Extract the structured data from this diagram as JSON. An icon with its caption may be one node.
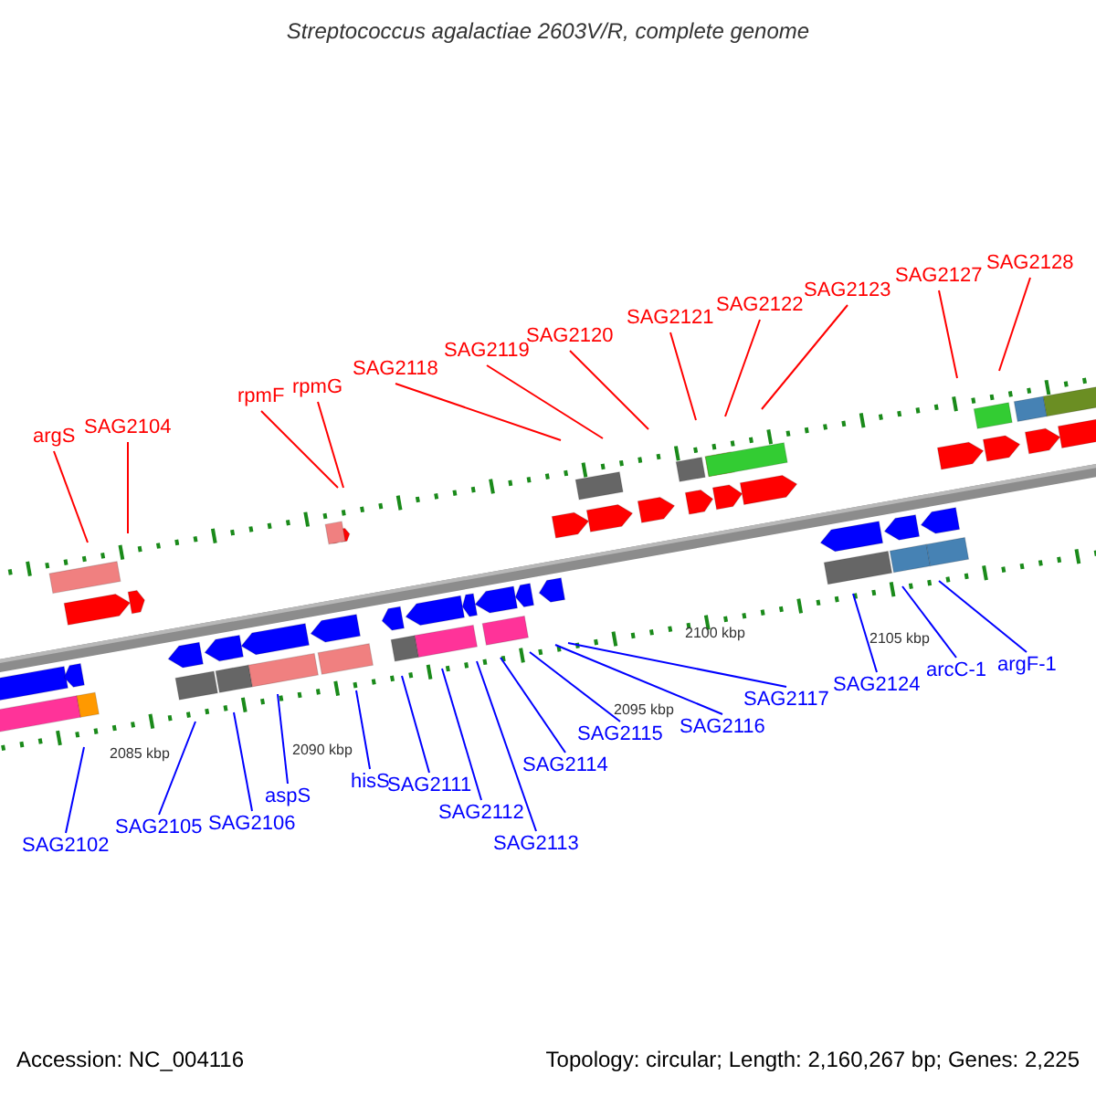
{
  "diagram": {
    "title": "Streptococcus agalactiae 2603V/R, complete genome",
    "nodes": [
      {
        "text": [
          "argS"
        ]
      },
      {
        "text": [
          "SAG2104"
        ]
      },
      {
        "text": [
          "rpmF"
        ]
      },
      {
        "text": [
          "rpmG"
        ]
      },
      {
        "text": [
          "SAG2118"
        ]
      },
      {
        "text": [
          "SAG2119"
        ]
      },
      {
        "text": [
          "SAG2120"
        ]
      },
      {
        "text": [
          "SAG2121"
        ]
      },
      {
        "text": [
          "SAG2122"
        ]
      },
      {
        "text": [
          "SAG2123"
        ]
      },
      {
        "text": [
          "SAG2127"
        ]
      },
      {
        "text": [
          "SAG2128"
        ]
      },
      {
        "text": [
          "SAG2102"
        ]
      },
      {
        "text": [
          "SAG2105"
        ]
      },
      {
        "text": [
          "SAG2106"
        ]
      },
      {
        "text": [
          "aspS"
        ]
      },
      {
        "text": [
          "hisS"
        ]
      },
      {
        "text": [
          "SAG2111"
        ]
      },
      {
        "text": [
          "SAG2112"
        ]
      },
      {
        "text": [
          "SAG2113"
        ]
      },
      {
        "text": [
          "SAG2114"
        ]
      },
      {
        "text": [
          "SAG2115"
        ]
      },
      {
        "text": [
          "SAG2116"
        ]
      },
      {
        "text": [
          "SAG2117"
        ]
      },
      {
        "text": [
          "SAG2124"
        ]
      },
      {
        "text": [
          "arcC-1"
        ]
      },
      {
        "text": [
          "argF-1"
        ]
      }
    ],
    "edges": [
      {
        "from": 0,
        "to": null,
        "arrow": "none",
        "color": "#ff0000"
      },
      {
        "from": 1,
        "to": null,
        "arrow": "none",
        "color": "#ff0000"
      },
      {
        "from": 2,
        "to": null,
        "arrow": "none",
        "color": "#ff0000"
      },
      {
        "from": 3,
        "to": null,
        "arrow": "none",
        "color": "#ff0000"
      },
      {
        "from": 4,
        "to": null,
        "arrow": "none",
        "color": "#ff0000"
      },
      {
        "from": 5,
        "to": null,
        "arrow": "none",
        "color": "#ff0000"
      },
      {
        "from": 6,
        "to": null,
        "arrow": "none",
        "color": "#ff0000"
      },
      {
        "from": 7,
        "to": null,
        "arrow": "none",
        "color": "#ff0000"
      },
      {
        "from": 8,
        "to": null,
        "arrow": "none",
        "color": "#ff0000"
      },
      {
        "from": 9,
        "to": null,
        "arrow": "none",
        "color": "#ff0000"
      },
      {
        "from": 10,
        "to": null,
        "arrow": "none",
        "color": "#ff0000"
      },
      {
        "from": 11,
        "to": null,
        "arrow": "none",
        "color": "#ff0000"
      },
      {
        "from": 12,
        "to": null,
        "arrow": "none"
      },
      {
        "from": 13,
        "to": null,
        "arrow": "none"
      },
      {
        "from": 14,
        "to": null,
        "arrow": "none"
      },
      {
        "from": 15,
        "to": null,
        "arrow": "none"
      },
      {
        "from": 16,
        "to": null,
        "arrow": "none"
      },
      {
        "from": 17,
        "to": null,
        "arrow": "none"
      },
      {
        "from": 18,
        "to": null,
        "arrow": "none"
      },
      {
        "from": 19,
        "to": null,
        "arrow": "none"
      },
      {
        "from": 20,
        "to": null,
        "arrow": "none"
      },
      {
        "from": 21,
        "to": null,
        "arrow": "none"
      },
      {
        "from": 22,
        "to": null,
        "arrow": "none"
      },
      {
        "from": 23,
        "to": null,
        "arrow": "none"
      },
      {
        "from": 24,
        "to": null,
        "arrow": "none"
      },
      {
        "from": 25,
        "to": null,
        "arrow": "none"
      },
      {
        "from": 26,
        "to": null,
        "arrow": "none"
      }
    ],
    "labels": [
      "2085 kbp",
      "2090 kbp",
      "2095 kbp",
      "2100 kbp",
      "2105 kbp",
      "Accession: NC_004116",
      "Topology: circular; Length: 2,160,267 bp; Genes: 2,225"
    ]
  }
}
